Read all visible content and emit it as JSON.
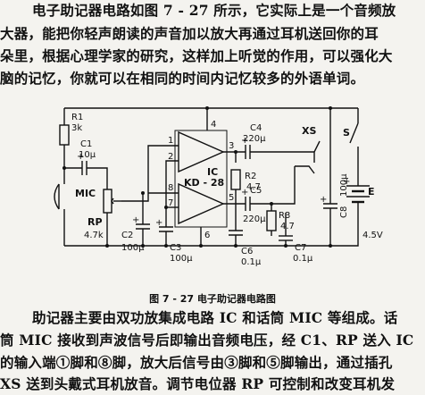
{
  "intro": {
    "lines": [
      "电子助记器电路如图 7 - 27 所示，它实际上是一个音频放",
      "大器，能把你轻声朗读的声音加以放大再通过耳机送回你的耳",
      "朵里，根据心理学家的研究，这样加上听觉的作用，可以强化大",
      "脑的记忆，你就可以在相同的时间内记忆较多的外语单词。"
    ]
  },
  "figure": {
    "caption": "图 7 - 27   电子助记器电路图",
    "labels": {
      "r1": "R1",
      "r1_val": "3k",
      "c1": "C1",
      "c1_val": "10μ",
      "mic": "MIC",
      "rp": "RP",
      "rp_val": "4.7k",
      "c2": "C2",
      "c2_val": "100μ",
      "c3": "C3",
      "c3_val": "100μ",
      "ic": "IC",
      "ic_model": "KD - 28",
      "pin1": "1",
      "pin2": "2",
      "pin3": "3",
      "pin4": "4",
      "pin5": "5",
      "pin6": "6",
      "pin7": "7",
      "pin8": "8",
      "c4": "C4",
      "c4_val": "220μ",
      "c5": "C5",
      "c5_val": "220μ",
      "r2": "R2",
      "r2_val": "4.7",
      "r3": "R3",
      "r3_val": "4.7",
      "c6": "C6",
      "c6_val": "0.1μ",
      "c7": "C7",
      "c7_val": "0.1μ",
      "c8": "C8",
      "c8_val": "100μ",
      "xs": "XS",
      "s": "S",
      "e": "E",
      "e_val": "4.5V"
    }
  },
  "body": {
    "lines": [
      "助记器主要由双功放集成电路 IC 和话筒 MIC 等组成。话",
      "筒 MIC 接收到声波信号后即输出音频电压，经 C1、RP 送入 IC",
      "的输入端①脚和⑧脚，放大后信号由③脚和⑤脚输出，通过插孔",
      "XS 送到头戴式耳机放音。调节电位器 RP 可控制和改变耳机发"
    ]
  }
}
